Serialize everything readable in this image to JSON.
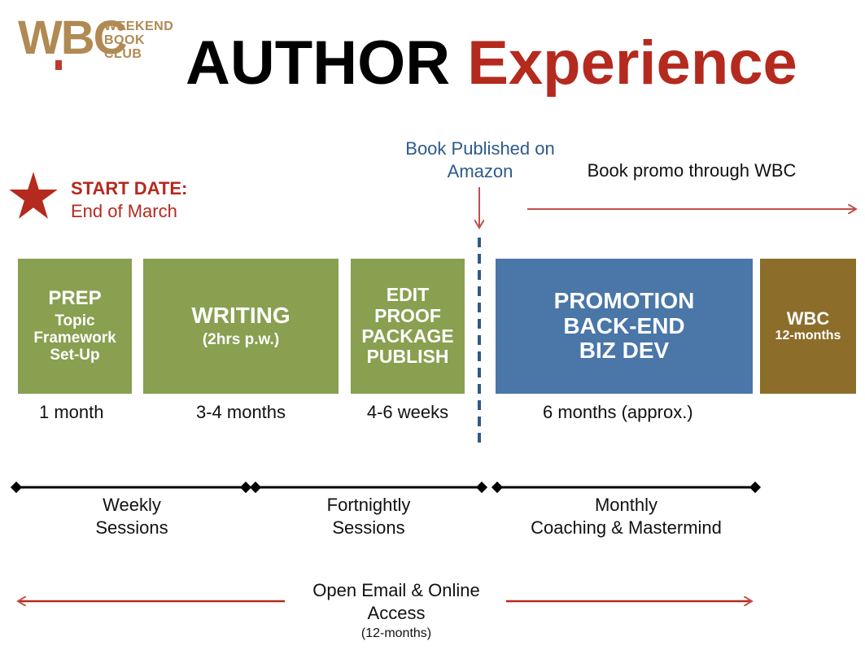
{
  "logo": {
    "mark": "WBC",
    "words": [
      "WEEKEND",
      "BOOK",
      "CLUB"
    ]
  },
  "title": {
    "part1": "AUTHOR",
    "part2": "Experience"
  },
  "start": {
    "label": "START DATE:",
    "value": "End of March"
  },
  "publish_note": "Book Published on Amazon",
  "promo_note": "Book promo through WBC",
  "phases": [
    {
      "lines": [
        "PREP",
        "Topic",
        "Framework",
        "Set-Up"
      ],
      "duration": "1 month"
    },
    {
      "lines": [
        "WRITING",
        "(2hrs p.w.)"
      ],
      "duration": "3-4 months"
    },
    {
      "lines": [
        "EDIT",
        "PROOF",
        "PACKAGE",
        "PUBLISH"
      ],
      "duration": "4-6 weeks"
    },
    {
      "lines": [
        "PROMOTION",
        "BACK-END",
        "BIZ DEV"
      ],
      "duration": "6 months (approx.)"
    },
    {
      "lines": [
        "WBC",
        "12-months"
      ],
      "duration": ""
    }
  ],
  "sessions": [
    {
      "line1": "Weekly",
      "line2": "Sessions"
    },
    {
      "line1": "Fortnightly",
      "line2": "Sessions"
    },
    {
      "line1": "Monthly",
      "line2": "Coaching & Mastermind"
    }
  ],
  "open_access": {
    "line1": "Open Email & Online",
    "line2": "Access",
    "note": "(12-months)"
  },
  "colors": {
    "phase_green": "#88a050",
    "phase_blue": "#4a76a8",
    "phase_brown": "#8c6d2a",
    "accent_red": "#b52a1e",
    "publish_blue": "#2e5a8a",
    "logo_gold": "#b08a52"
  }
}
